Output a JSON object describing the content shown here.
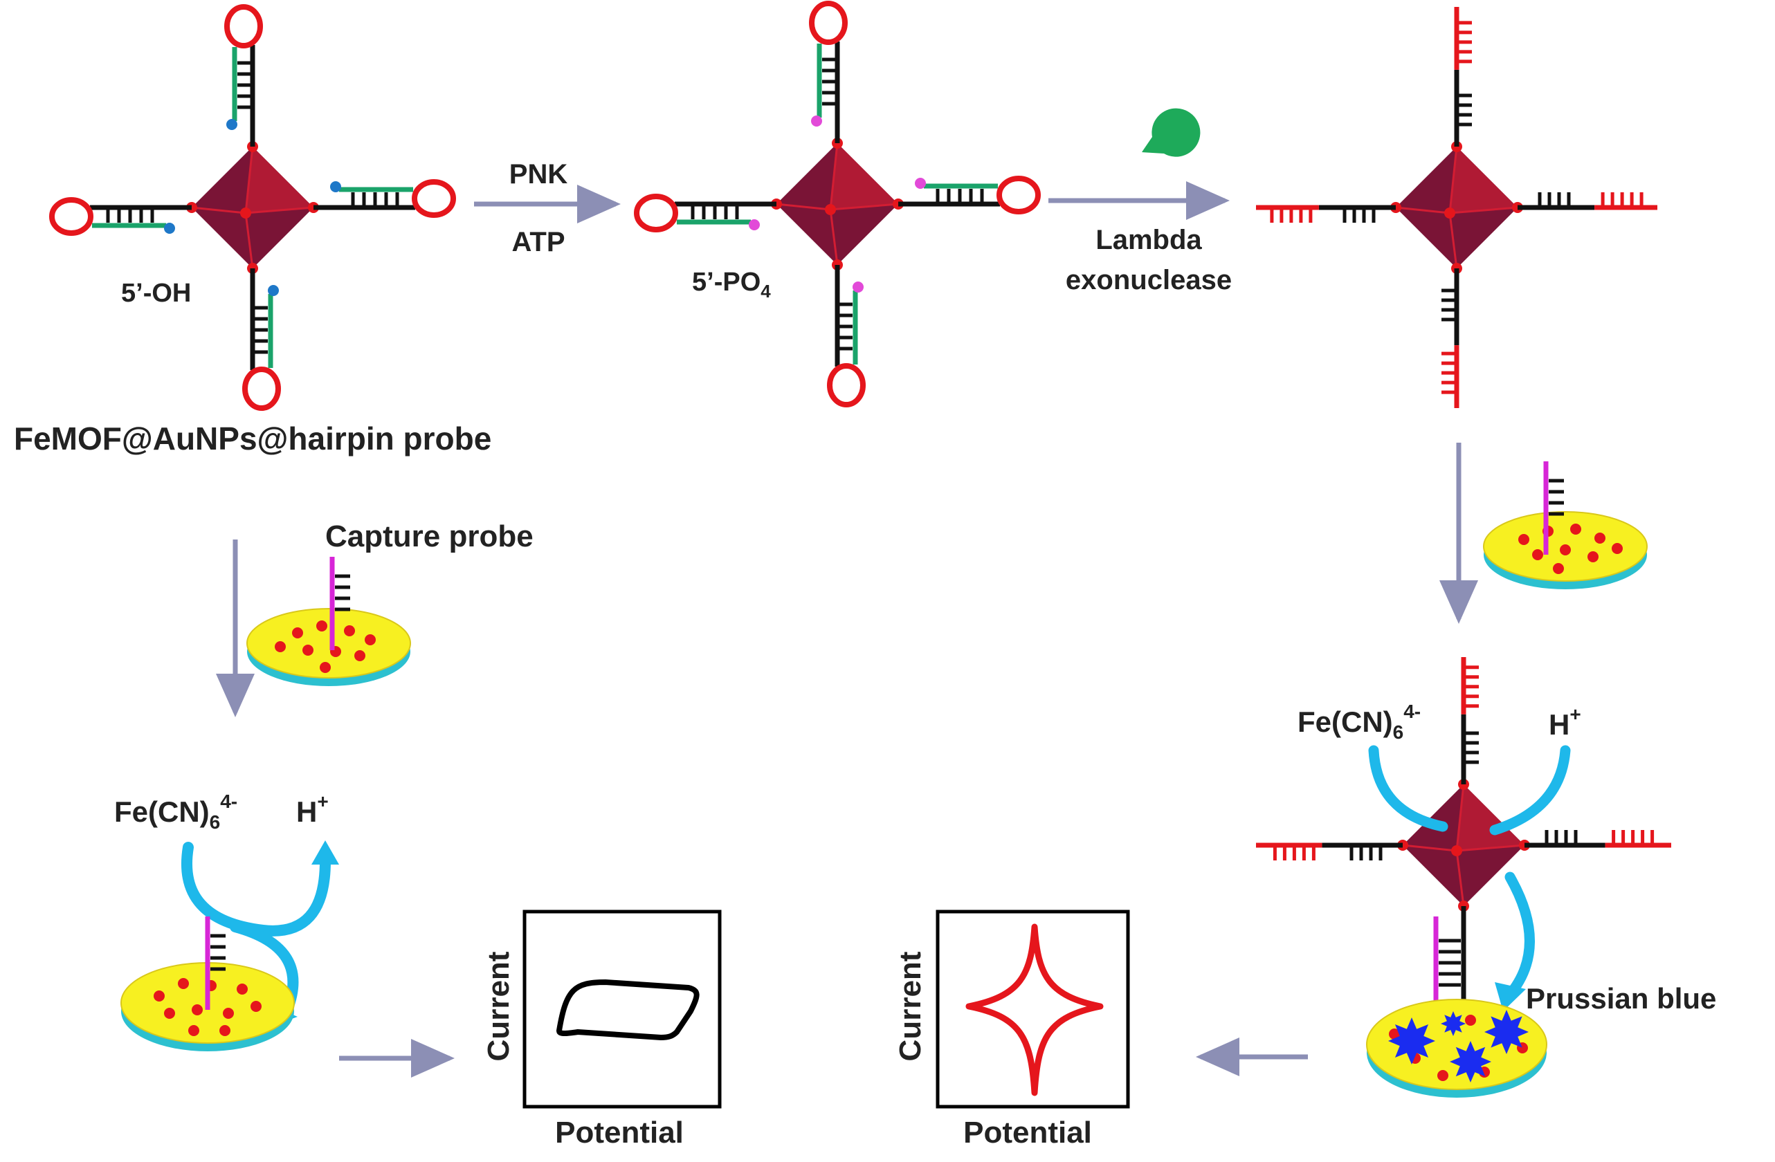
{
  "labels": {
    "probe_name": "FeMOF@AuNPs@hairpin probe",
    "oh_label": "5’-OH",
    "po4_prefix": "5’-PO",
    "po4_sub": "4",
    "pnk": "PNK",
    "atp": "ATP",
    "lambda_line1": "Lambda",
    "lambda_line2": "exonuclease",
    "capture_probe": "Capture probe",
    "fecn_main": "Fe(CN)",
    "fecn_sub": "6",
    "fecn_sup": "4-",
    "h_main": "H",
    "h_sup": "+",
    "prussian_blue": "Prussian blue",
    "current": "Current",
    "potential": "Potential"
  },
  "colors": {
    "octahedron_dark": "#7a1436",
    "octahedron_light": "#b01a34",
    "dna_red": "#e5161c",
    "dna_black": "#111111",
    "dna_green": "#1aa36a",
    "capture_magenta": "#d726d7",
    "electrode_top": "#f7f021",
    "electrode_side": "#2cc0cf",
    "arrow": "#8c8fb5",
    "flow_arrow": "#1eb8ea",
    "prussian_blue": "#1a2cf0",
    "oh_dot": "#1e78c8",
    "po4_dot": "#e24ad8",
    "enzyme": "#1eaa5a",
    "cv_black": "#000000",
    "cv_red": "#e5161c"
  }
}
